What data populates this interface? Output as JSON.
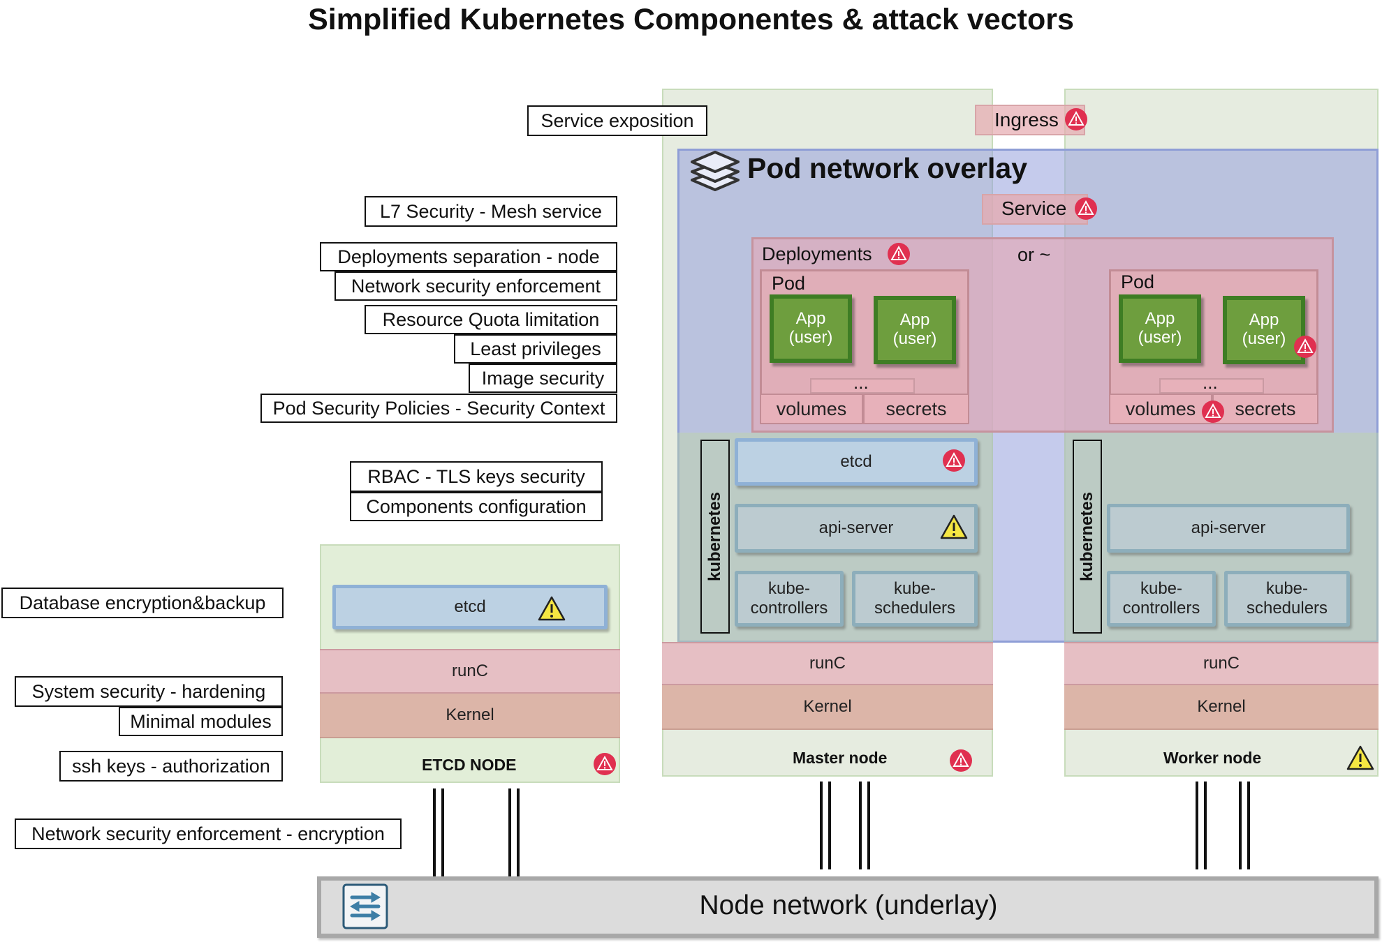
{
  "title": "Simplified Kubernetes Componentes & attack vectors",
  "labels": {
    "service_exposition": "Service exposition",
    "l7": "L7 Security - Mesh service",
    "deploy_sep": "Deployments separation - node",
    "net_enf": "Network security enforcement",
    "quota": "Resource Quota limitation",
    "least_priv": "Least privileges",
    "image_sec": "Image security",
    "psp": "Pod Security Policies - Security Context",
    "rbac": "RBAC - TLS keys security",
    "components_cfg": "Components configuration",
    "db_enc": "Database encryption&backup",
    "sys_sec": "System security - hardening",
    "min_mod": "Minimal modules",
    "ssh": "ssh keys - authorization",
    "net_enc": "Network security enforcement - encryption"
  },
  "overlay": {
    "title": "Pod network overlay",
    "ingress": "Ingress",
    "service": "Service",
    "deployments": "Deployments",
    "or": "or ~",
    "pod": "Pod",
    "app": "App\n(user)",
    "ellipsis": "...",
    "volumes": "volumes",
    "secrets": "secrets"
  },
  "components": {
    "etcd": "etcd",
    "api_server": "api-server",
    "kube_controllers": "kube-\ncontrollers",
    "kube_schedulers": "kube-\nschedulers",
    "kubernetes": "kubernetes",
    "runc": "runC",
    "kernel": "Kernel"
  },
  "nodes": {
    "etcd_node": "ETCD NODE",
    "master_node": "Master node",
    "worker_node": "Worker node"
  },
  "underlay": "Node network (underlay)",
  "colors": {
    "alert_red": "#e03050",
    "caution_yellow": "#f5e642",
    "node_green": "#dcebd0",
    "overlay_blue": "#b4bfe8",
    "pod_pink": "#e0b3bb",
    "app_green": "#6e9e3e"
  }
}
